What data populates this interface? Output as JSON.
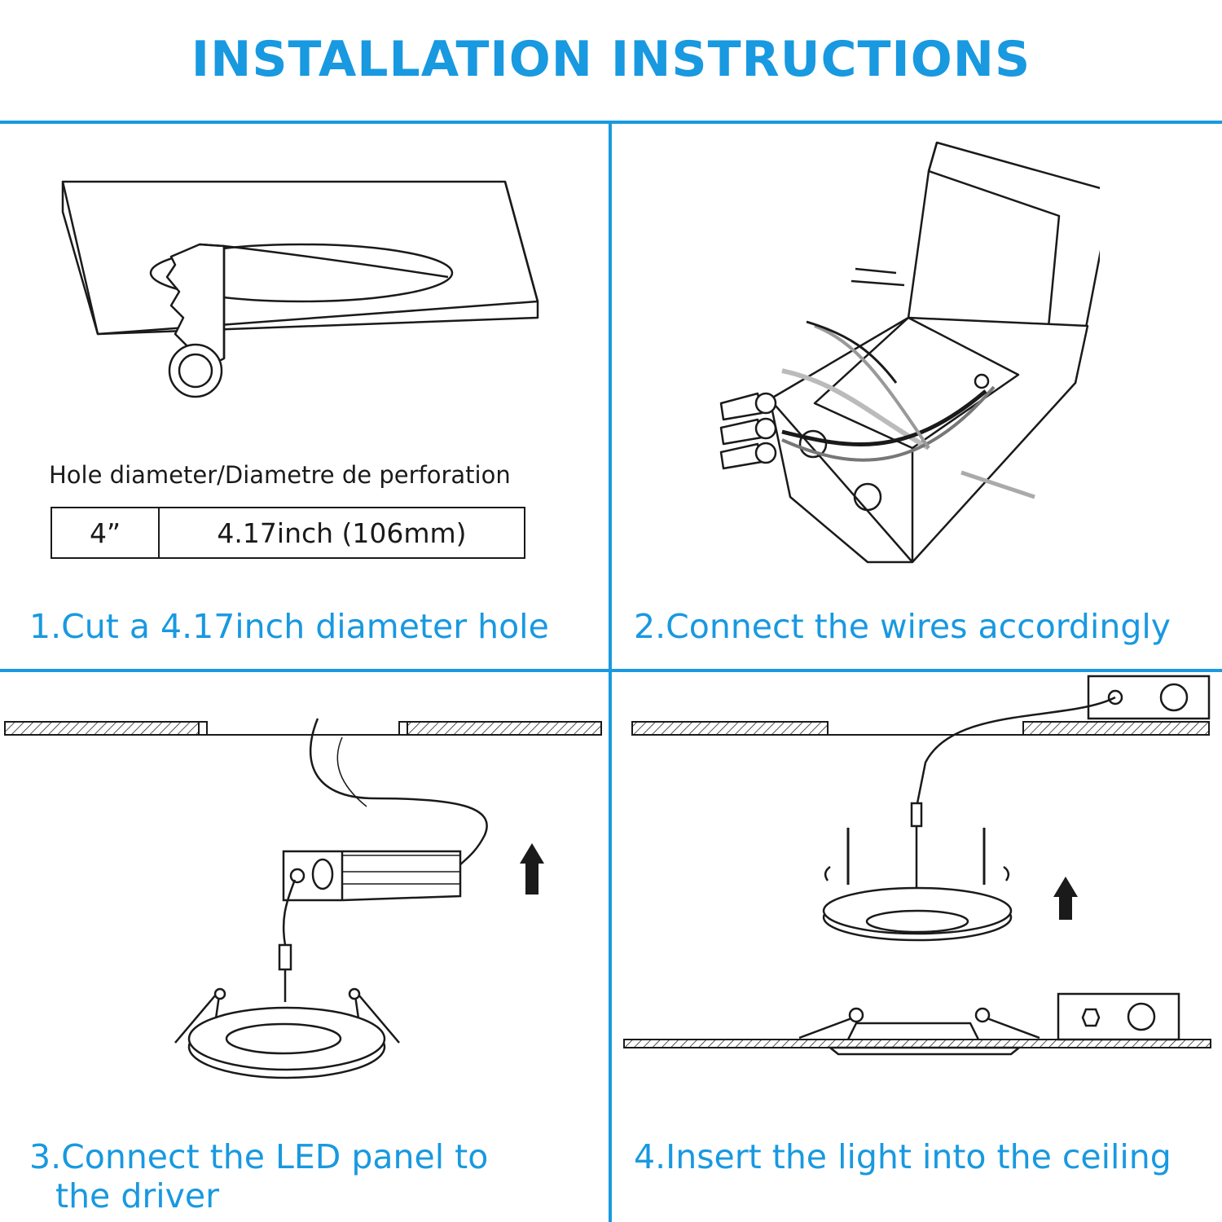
{
  "header": {
    "title": "INSTALLATION INSTRUCTIONS"
  },
  "colors": {
    "accent": "#1899e0",
    "ink": "#1a1a1a"
  },
  "hole_spec": {
    "label": "Hole diameter/Diametre de perforation",
    "size": "4”",
    "diameter": "4.17inch (106mm)"
  },
  "steps": [
    {
      "label": "1.Cut a 4.17inch diameter hole"
    },
    {
      "label": "2.Connect the wires accordingly"
    },
    {
      "label_line1": "3.Connect the LED panel to",
      "label_line2": "the driver"
    },
    {
      "label": "4.Insert the light into the ceiling"
    }
  ]
}
